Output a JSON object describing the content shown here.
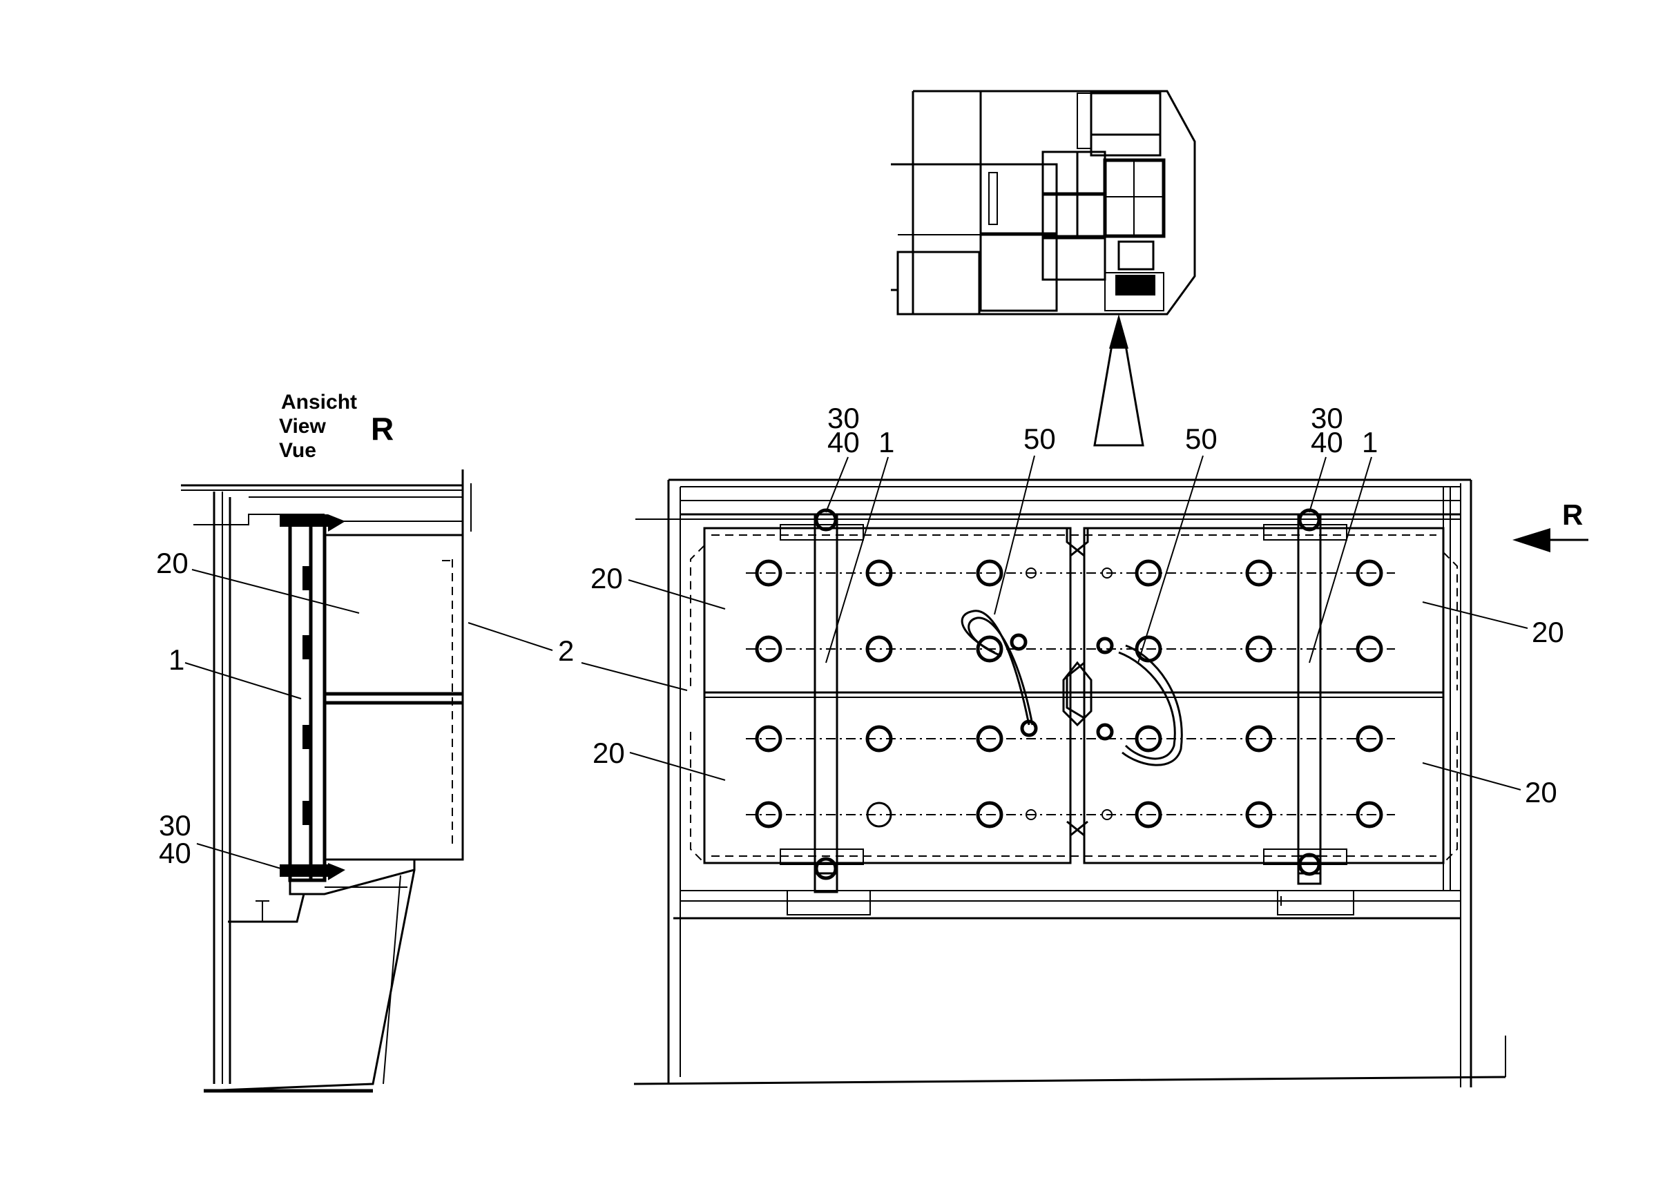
{
  "view_label": {
    "de": "Ansicht",
    "en": "View",
    "fr": "Vue",
    "letter": "R"
  },
  "view_arrow_letter": "R",
  "callouts": {
    "side": {
      "c20": "20",
      "c1": "1",
      "c2": "2",
      "c30": "30",
      "c40": "40"
    },
    "main": {
      "left_30": "30",
      "left_40": "40",
      "left_1": "1",
      "left_50": "50",
      "right_50": "50",
      "right_30": "30",
      "right_40": "40",
      "right_1": "1",
      "left_20_top": "20",
      "left_20_bottom": "20",
      "right_20_top": "20",
      "right_20_bottom": "20"
    }
  },
  "colors": {
    "line": "#000000",
    "background": "#ffffff"
  }
}
